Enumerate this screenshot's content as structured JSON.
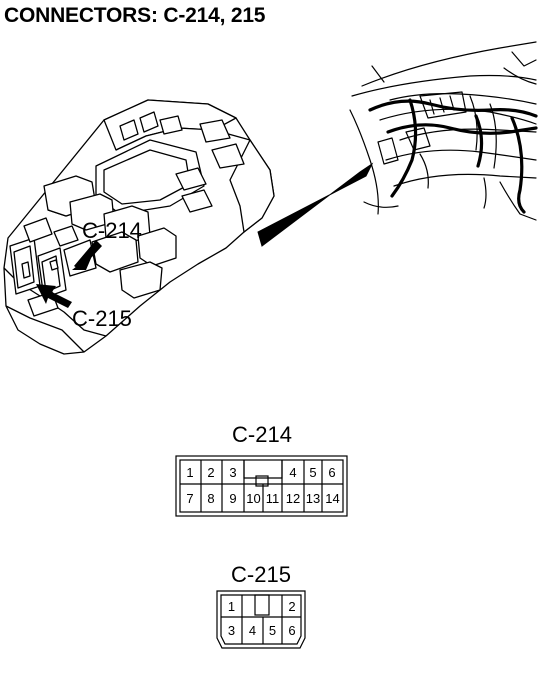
{
  "title": "CONNECTORS: C-214, 215",
  "callouts": {
    "c214": "C-214",
    "c215": "C-215"
  },
  "connector_c214": {
    "label": "C-214",
    "top_row": [
      "1",
      "2",
      "3",
      "4",
      "5",
      "6"
    ],
    "bottom_row": [
      "7",
      "8",
      "9",
      "10",
      "11",
      "12",
      "13",
      "14"
    ]
  },
  "connector_c215": {
    "label": "C-215",
    "top_row": [
      "1",
      "2"
    ],
    "bottom_row": [
      "3",
      "4",
      "5",
      "6"
    ]
  }
}
